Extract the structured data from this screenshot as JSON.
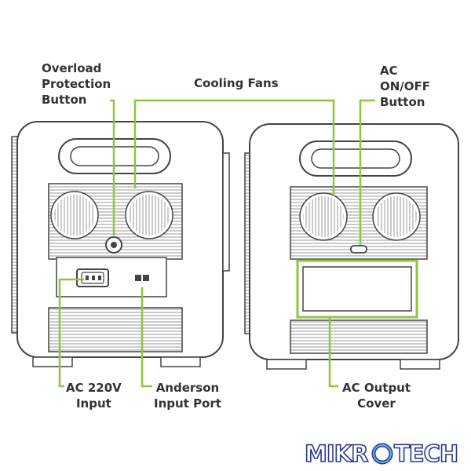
{
  "labels": {
    "overload": [
      "Overload",
      "Protection",
      "Button"
    ],
    "cooling_fans": "Cooling Fans",
    "ac_switch": [
      "AC",
      "ON/OFF",
      "Button"
    ],
    "ac_input": [
      "AC 220V",
      "Input"
    ],
    "anderson": [
      "Anderson",
      "Input Port"
    ],
    "ac_cover": [
      "AC Output",
      "Cover"
    ]
  },
  "logo": {
    "left": "MIKR",
    "right": "TECH"
  },
  "colors": {
    "callout": "#8dc63f",
    "outline": "#444444",
    "logo_blue": "#2b3a8c"
  }
}
